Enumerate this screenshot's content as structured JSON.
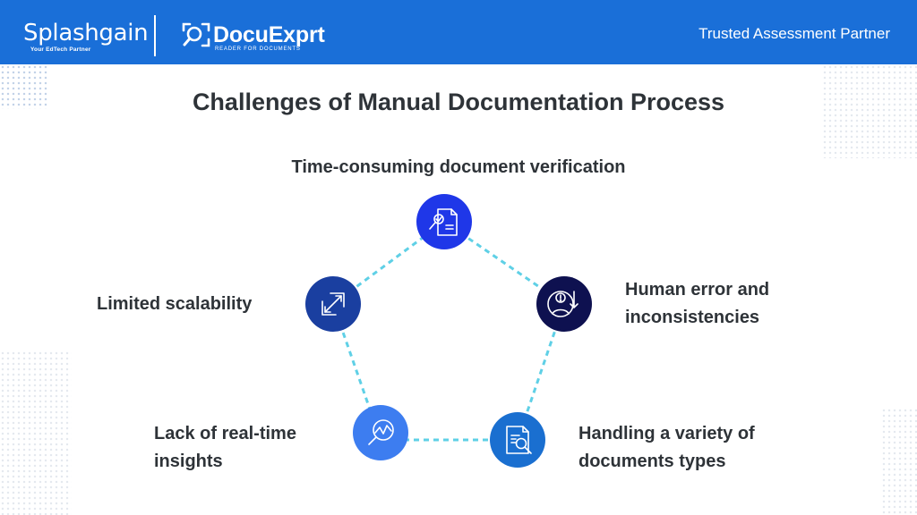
{
  "header": {
    "splashgain": "Splashgain",
    "splashgain_tagline": "Your EdTech Partner",
    "docuexprt": "DocuExprt",
    "docuexprt_tagline": "READER FOR DOCUMENTS",
    "tagline": "Trusted Assessment Partner"
  },
  "title": "Challenges of Manual Documentation Process",
  "nodes": [
    {
      "label": "Time-consuming document verification",
      "icon": "document-search-check-icon",
      "color": "#1f37e8"
    },
    {
      "label": "Human error and inconsistencies",
      "icon": "user-alert-icon",
      "color": "#0e1150"
    },
    {
      "label": "Handling a variety of documents types",
      "icon": "document-magnify-icon",
      "color": "#1a6fd0"
    },
    {
      "label": "Lack of real-time insights",
      "icon": "chart-magnify-icon",
      "color": "#3d7df0"
    },
    {
      "label": "Limited scalability",
      "icon": "resize-arrows-icon",
      "color": "#1a3fa0"
    }
  ],
  "colors": {
    "header": "#1a6fd8",
    "connector": "#5fd0e6"
  }
}
